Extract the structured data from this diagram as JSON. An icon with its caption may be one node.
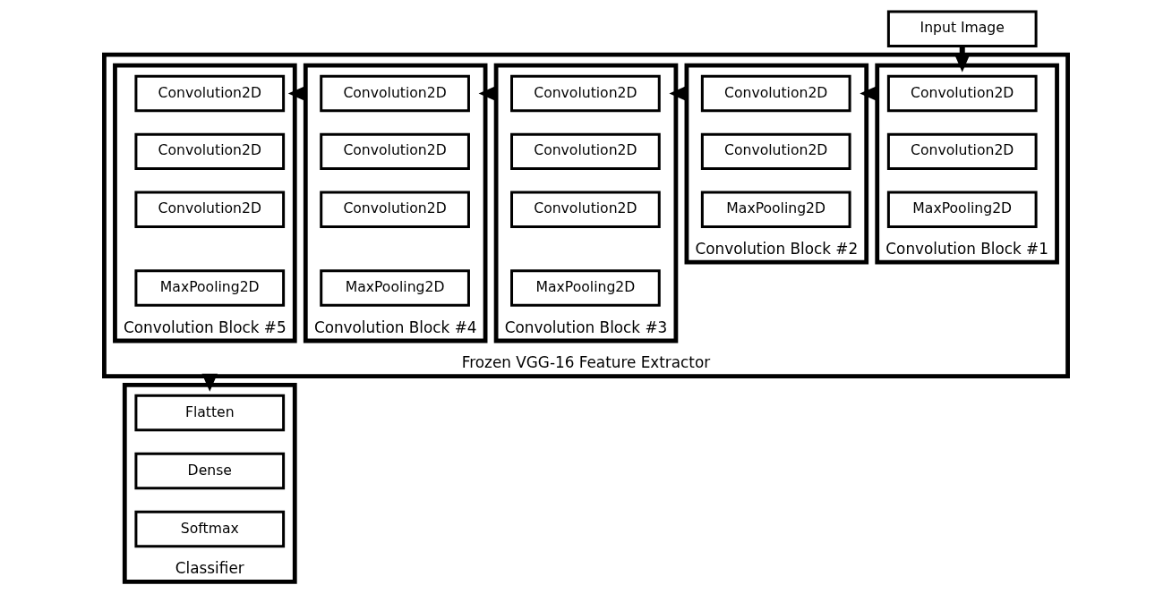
{
  "diagram": {
    "nodes": [
      {
        "text": [
          "Input Image"
        ]
      },
      {
        "text": [
          "Frozen VGG-16 Feature Extractor"
        ]
      },
      {
        "text": [
          "Convolution Block #1"
        ],
        "in": 1
      },
      {
        "text": [
          "Convolution2D"
        ],
        "in": 2
      },
      {
        "text": [
          "Convolution2D"
        ],
        "in": 2
      },
      {
        "text": [
          "MaxPooling2D"
        ],
        "in": 2
      },
      {
        "text": [
          "Convolution Block #2"
        ],
        "in": 1
      },
      {
        "text": [
          "Convolution2D"
        ],
        "in": 6
      },
      {
        "text": [
          "Convolution2D"
        ],
        "in": 6
      },
      {
        "text": [
          "MaxPooling2D"
        ],
        "in": 6
      },
      {
        "text": [
          "Convolution Block #3"
        ],
        "in": 1
      },
      {
        "text": [
          "Convolution2D"
        ],
        "in": 10
      },
      {
        "text": [
          "Convolution2D"
        ],
        "in": 10
      },
      {
        "text": [
          "Convolution2D"
        ],
        "in": 10
      },
      {
        "text": [
          "MaxPooling2D"
        ],
        "in": 10
      },
      {
        "text": [
          "Convolution Block #4"
        ],
        "in": 1
      },
      {
        "text": [
          "Convolution2D"
        ],
        "in": 15
      },
      {
        "text": [
          "Convolution2D"
        ],
        "in": 15
      },
      {
        "text": [
          "Convolution2D"
        ],
        "in": 15
      },
      {
        "text": [
          "MaxPooling2D"
        ],
        "in": 15
      },
      {
        "text": [
          "Convolution Block #5"
        ],
        "in": 1
      },
      {
        "text": [
          "Convolution2D"
        ],
        "in": 20
      },
      {
        "text": [
          "Convolution2D"
        ],
        "in": 20
      },
      {
        "text": [
          "Convolution2D"
        ],
        "in": 20
      },
      {
        "text": [
          "MaxPooling2D"
        ],
        "in": 20
      },
      {
        "text": [
          "Classifier"
        ]
      },
      {
        "text": [
          "Flatten"
        ],
        "in": 25
      },
      {
        "text": [
          "Dense"
        ],
        "in": 25
      },
      {
        "text": [
          "Softmax"
        ],
        "in": 25
      }
    ],
    "edges": [
      {
        "from": 0,
        "to": 2,
        "arrow": "to"
      },
      {
        "from": 2,
        "to": 6,
        "arrow": "to"
      },
      {
        "from": 6,
        "to": 10,
        "arrow": "to"
      },
      {
        "from": 10,
        "to": 15,
        "arrow": "to"
      },
      {
        "from": 15,
        "to": 20,
        "arrow": "to"
      },
      {
        "from": 1,
        "to": 25,
        "arrow": "to"
      }
    ]
  }
}
